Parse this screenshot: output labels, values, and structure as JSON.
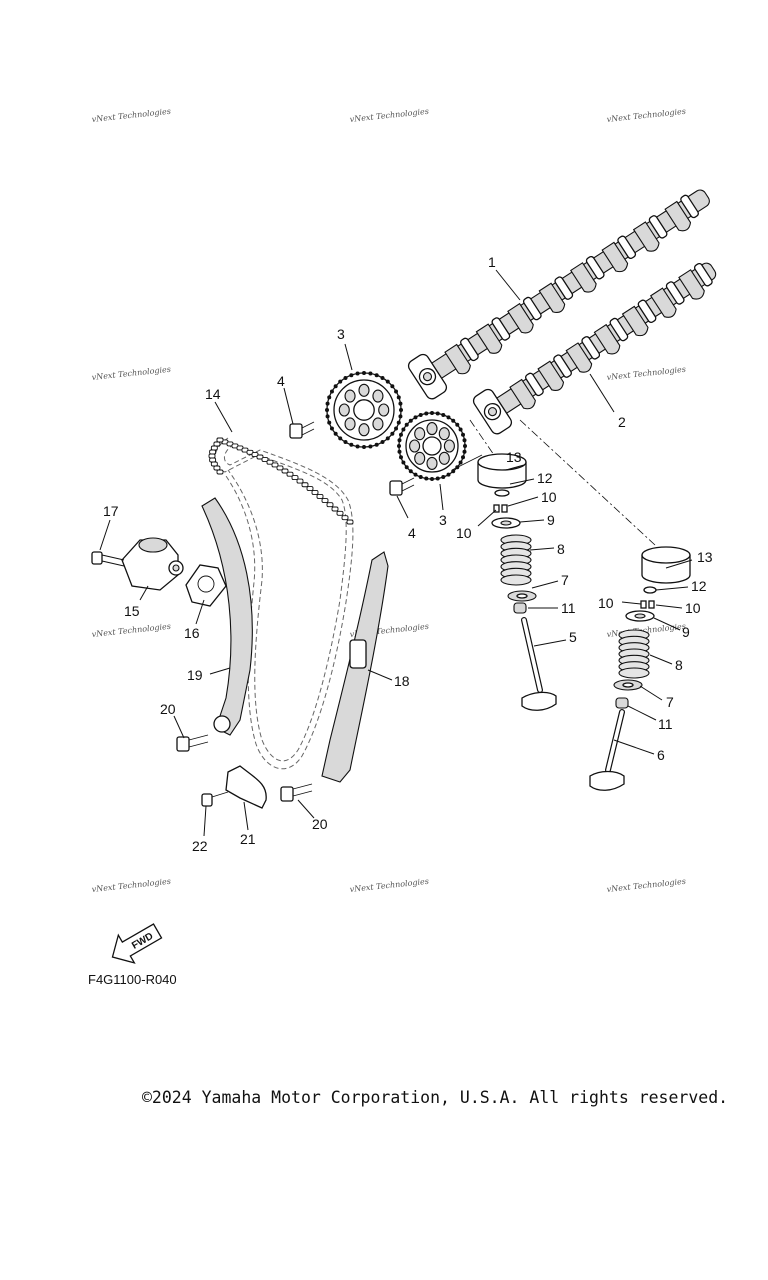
{
  "watermark": {
    "text": "vNext Technologies"
  },
  "callouts": [
    {
      "id": "c1",
      "label": "1"
    },
    {
      "id": "c2",
      "label": "2"
    },
    {
      "id": "c3a",
      "label": "3"
    },
    {
      "id": "c3b",
      "label": "3"
    },
    {
      "id": "c4a",
      "label": "4"
    },
    {
      "id": "c4b",
      "label": "4"
    },
    {
      "id": "c5",
      "label": "5"
    },
    {
      "id": "c6",
      "label": "6"
    },
    {
      "id": "c7a",
      "label": "7"
    },
    {
      "id": "c7b",
      "label": "7"
    },
    {
      "id": "c8a",
      "label": "8"
    },
    {
      "id": "c8b",
      "label": "8"
    },
    {
      "id": "c9a",
      "label": "9"
    },
    {
      "id": "c9b",
      "label": "9"
    },
    {
      "id": "c10a",
      "label": "10"
    },
    {
      "id": "c10b",
      "label": "10"
    },
    {
      "id": "c10c",
      "label": "10"
    },
    {
      "id": "c10d",
      "label": "10"
    },
    {
      "id": "c11a",
      "label": "11"
    },
    {
      "id": "c11b",
      "label": "11"
    },
    {
      "id": "c12a",
      "label": "12"
    },
    {
      "id": "c12b",
      "label": "12"
    },
    {
      "id": "c13a",
      "label": "13"
    },
    {
      "id": "c13b",
      "label": "13"
    },
    {
      "id": "c14",
      "label": "14"
    },
    {
      "id": "c15",
      "label": "15"
    },
    {
      "id": "c16",
      "label": "16"
    },
    {
      "id": "c17",
      "label": "17"
    },
    {
      "id": "c18",
      "label": "18"
    },
    {
      "id": "c19",
      "label": "19"
    },
    {
      "id": "c20a",
      "label": "20"
    },
    {
      "id": "c20b",
      "label": "20"
    },
    {
      "id": "c21",
      "label": "21"
    },
    {
      "id": "c22",
      "label": "22"
    }
  ],
  "fwd_label": "FWD",
  "diagram_code": "F4G1100-R040",
  "copyright": "©2024 Yamaha Motor Corporation, U.S.A. All rights reserved."
}
